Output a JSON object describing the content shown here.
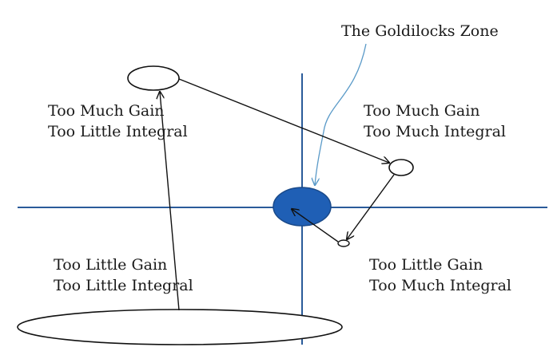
{
  "diagram": {
    "title_label": "The Goldilocks Zone",
    "quadrants": {
      "top_left": {
        "line1": "Too Much Gain",
        "line2": "Too Little Integral"
      },
      "top_right": {
        "line1": "Too Much Gain",
        "line2": "Too Much Integral"
      },
      "bottom_left": {
        "line1": "Too Little Gain",
        "line2": "Too Little Integral"
      },
      "bottom_right": {
        "line1": "Too Little Gain",
        "line2": "Too Much Integral"
      }
    },
    "colors": {
      "axis": "#2a5b9a",
      "zone_fill": "#1f5fb5",
      "zone_stroke": "#1a4a8a",
      "callout": "#5a9ac8",
      "arrow": "#111111"
    }
  }
}
